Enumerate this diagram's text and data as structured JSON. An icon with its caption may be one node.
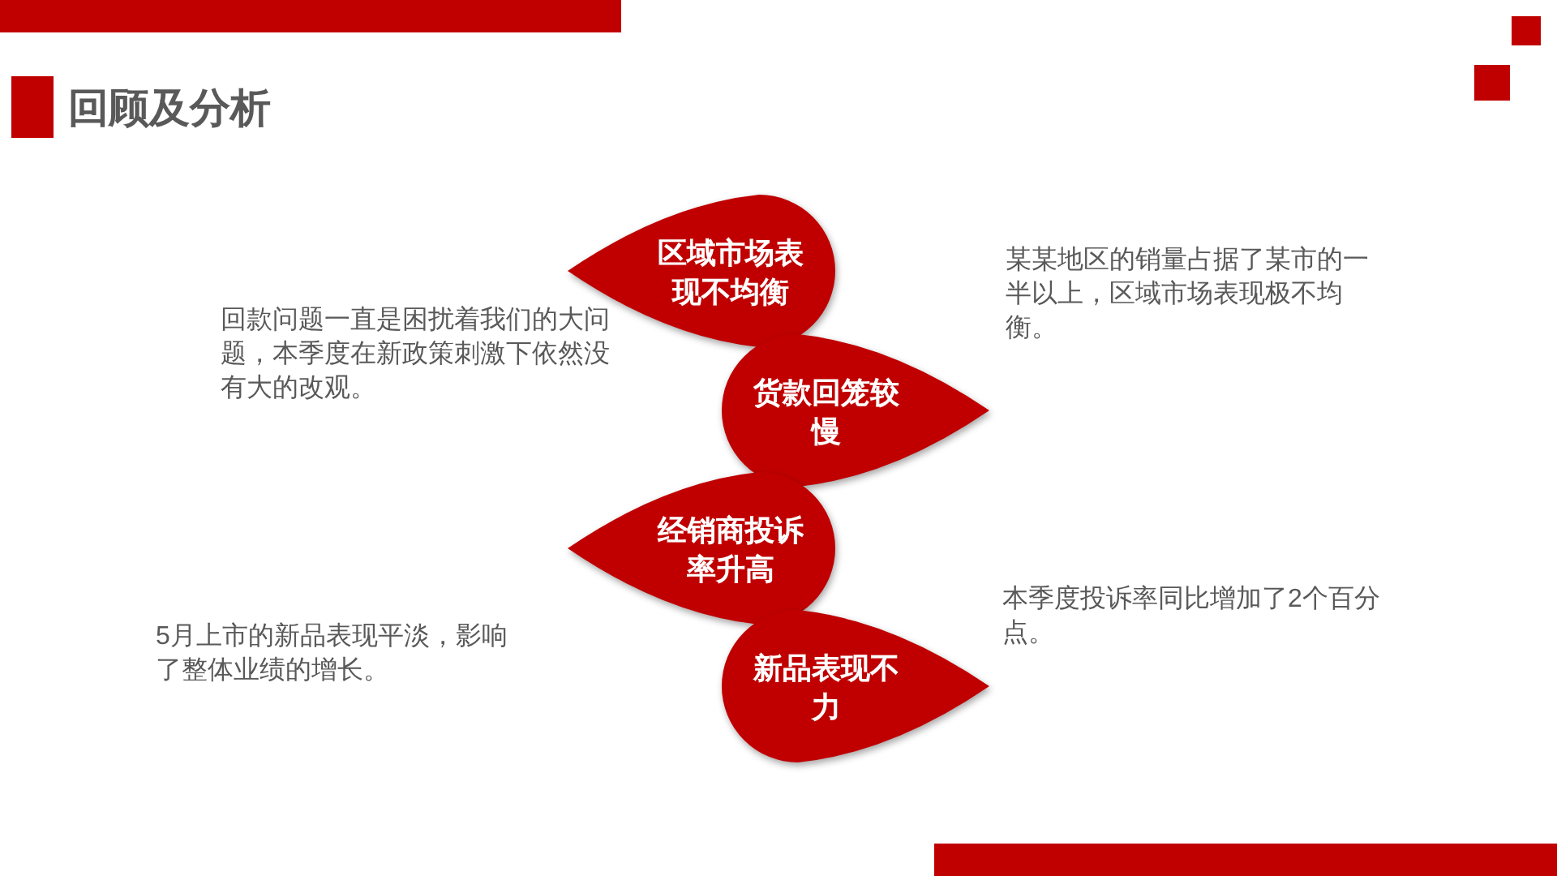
{
  "diagram": {
    "title": "回顾及分析",
    "nodes": [
      {
        "text": [
          "区域市场表现不均衡"
        ]
      },
      {
        "text": [
          "货款回笼较慢"
        ]
      },
      {
        "text": [
          "经销商投诉率升高"
        ]
      },
      {
        "text": [
          "新品表现不力"
        ]
      }
    ],
    "edges": [],
    "labels": [
      "某某地区的销量占据了某市的一半以上，区域市场表现极不均衡。",
      "回款问题一直是困扰着我们的大问题，本季度在新政策刺激下依然没有大的改观。",
      "本季度投诉率同比增加了2个百分点。",
      "5月上市的新品表现平淡，影响了整体业绩的增长。"
    ]
  }
}
